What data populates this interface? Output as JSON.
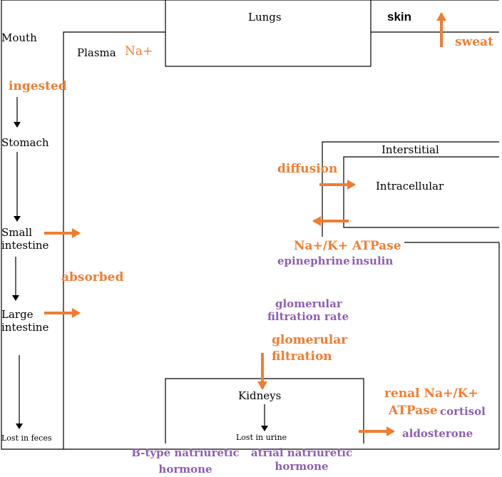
{
  "labels": {
    "lungs": "Lungs",
    "skin": "skin",
    "sweat": "sweat",
    "mouth": "Mouth",
    "plasma": "Plasma",
    "plasma_na": "Na+",
    "ingested": "ingested",
    "stomach": "Stomach",
    "small_intestine_1": "Small",
    "small_intestine_2": "intestine",
    "absorbed": "absorbed",
    "large_intestine_1": "Large",
    "large_intestine_2": "intestine",
    "lost_feces": "Lost in feces",
    "interstitial": "Interstitial",
    "intracellular": "Intracellular",
    "diffusion": "diffusion",
    "na_k_atpase": "Na+/K+ ATPase",
    "epinephrine": "epinephrine",
    "insulin": "insulin",
    "gfr_1": "glomerular",
    "gfr_2": "filtration rate",
    "gf_1": "glomerular",
    "gf_2": "filtration",
    "kidneys": "Kidneys",
    "lost_urine": "Lost in urine",
    "renal_1": "renal Na+/K+",
    "renal_2": "ATPase",
    "cortisol": "cortisol",
    "aldosterone": "aldosterone",
    "bnp_1": "B-type natriuretic",
    "bnp_2": "hormone",
    "anp_1": "atrial natriuretic",
    "anp_2": "hormone"
  },
  "colors": {
    "line": "#000000",
    "arrow_orange": "#ef7d32",
    "label_orange": "#ef7d32",
    "label_purple": "#8e5fb0"
  }
}
